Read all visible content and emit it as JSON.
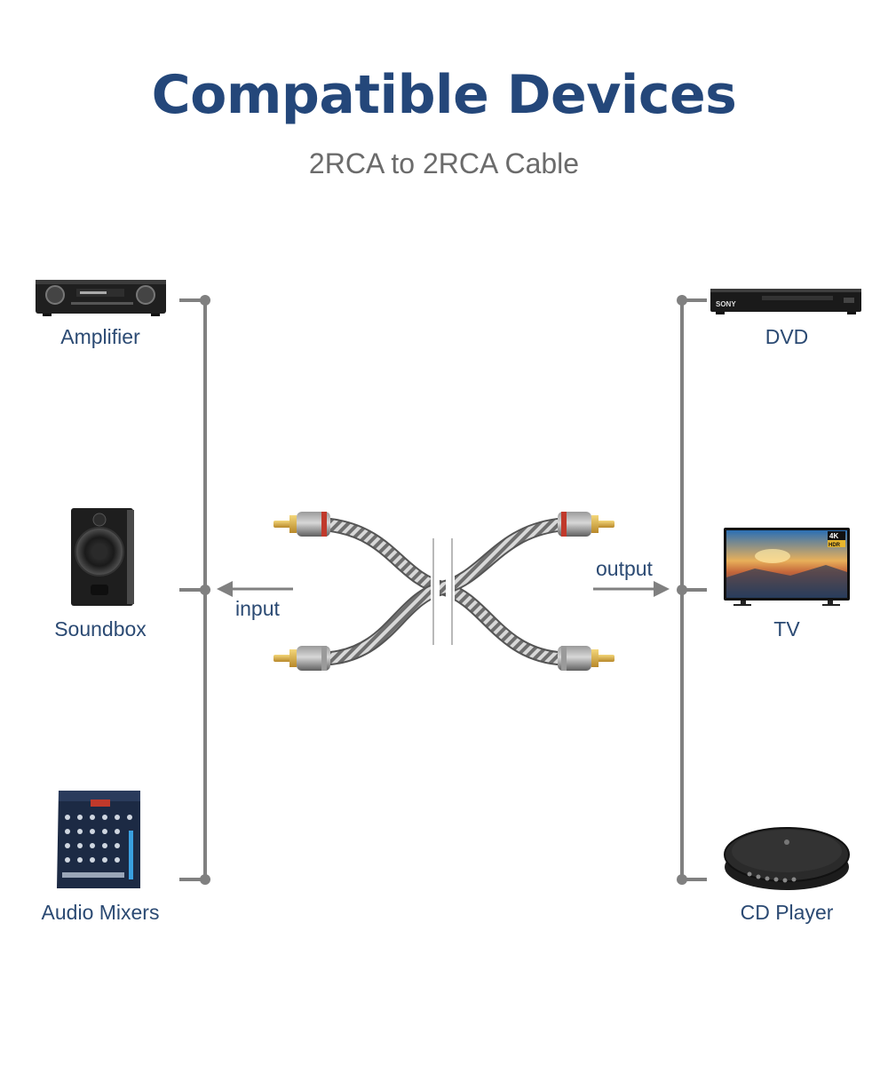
{
  "header": {
    "title": "Compatible Devices",
    "subtitle": "2RCA to 2RCA Cable"
  },
  "left_devices": [
    {
      "label": "Amplifier",
      "icon": "amplifier-icon"
    },
    {
      "label": "Soundbox",
      "icon": "speaker-icon"
    },
    {
      "label": "Audio Mixers",
      "icon": "audio-mixer-icon"
    }
  ],
  "right_devices": [
    {
      "label": "DVD",
      "icon": "dvd-player-icon",
      "brand": "SONY"
    },
    {
      "label": "TV",
      "icon": "tv-icon",
      "badge_top": "4K",
      "badge_bottom": "HDR"
    },
    {
      "label": "CD Player",
      "icon": "cd-player-icon"
    }
  ],
  "flow": {
    "input_label": "input",
    "output_label": "output"
  },
  "colors": {
    "title": "#24477a",
    "label": "#2b4a73",
    "subtitle": "#6b6b6b",
    "line": "#808080",
    "cable": "#8a8a8a",
    "plug_ring": "#c0392b",
    "gold_pin": "#d4a937"
  }
}
